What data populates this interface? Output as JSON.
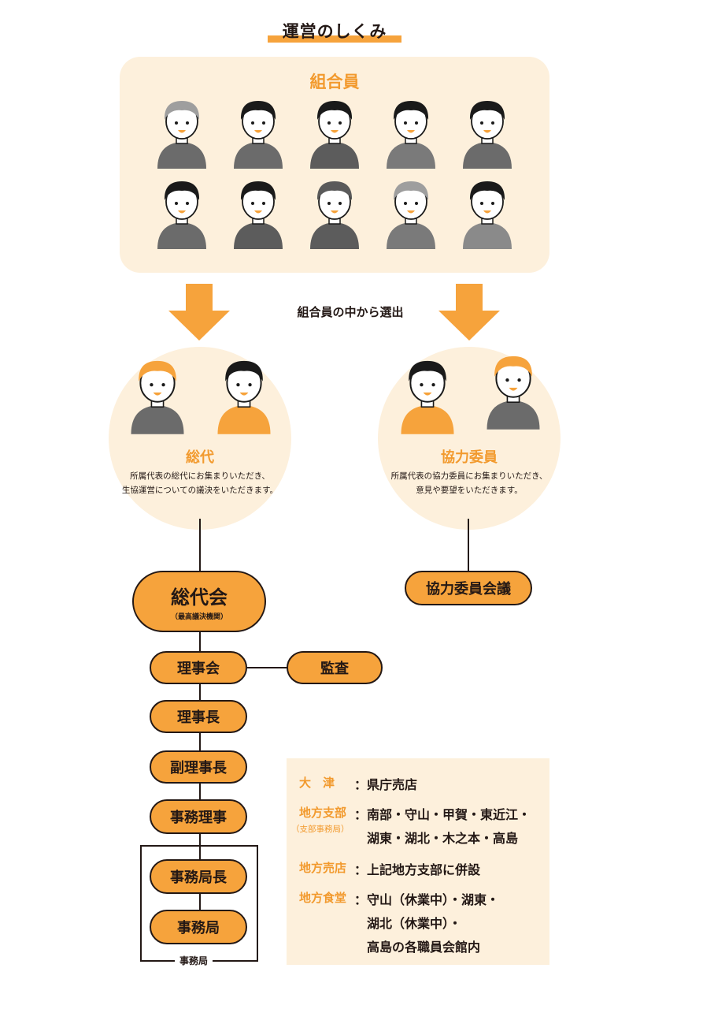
{
  "title": "運営のしくみ",
  "members": {
    "title": "組合員"
  },
  "select_label": "組合員の中から選出",
  "sodai": {
    "title": "総代",
    "desc_line1": "所属代表の総代にお集まりいただき、",
    "desc_line2": "生協運営についての議決をいただきます。"
  },
  "kyoryoku": {
    "title": "協力委員",
    "desc_line1": "所属代表の協力委員にお集まりいただき、",
    "desc_line2": "意見や要望をいただきます。"
  },
  "org": {
    "sodaikai": "総代会",
    "sodaikai_sub": "（最高議決機関）",
    "kyoryoku_kaigi": "協力委員会議",
    "rijikai": "理事会",
    "kansa": "監査",
    "rijicho": "理事長",
    "fuku_rijicho": "副理事長",
    "jimu_riji": "事務理事",
    "jimukyokucho": "事務局長",
    "jimukyoku": "事務局",
    "bracket_label": "事務局"
  },
  "info": {
    "otsu_key": "大　津",
    "otsu_val": "：県庁売店",
    "shibu_key": "地方支部",
    "shibu_sub": "（支部事務局）",
    "shibu_val1": "：南部・守山・甲賀・東近江・",
    "shibu_val2": "湖東・湖北・木之本・高島",
    "baiten_key": "地方売店",
    "baiten_val": "：上記地方支部に併設",
    "shokudo_key": "地方食堂",
    "shokudo_val1": "：守山（休業中）・湖東・",
    "shokudo_val2": "湖北（休業中）・",
    "shokudo_val3": "高島の各職員会館内"
  },
  "colors": {
    "accent": "#f6a33c",
    "accent_text": "#f29a2e",
    "bg_soft": "#fdf0dc",
    "line": "#231815"
  }
}
